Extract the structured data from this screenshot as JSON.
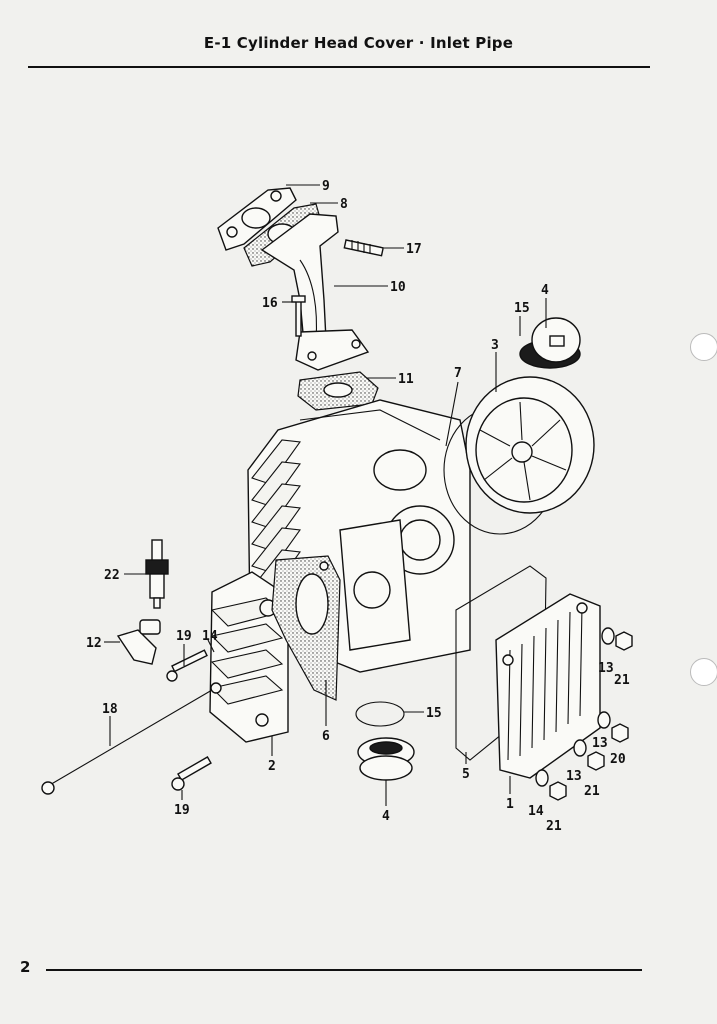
{
  "header": {
    "title": "E-1 Cylinder Head Cover · Inlet Pipe"
  },
  "footer": {
    "page_number": "2"
  },
  "diagram": {
    "callouts": [
      {
        "id": "c9",
        "label": "9"
      },
      {
        "id": "c8",
        "label": "8"
      },
      {
        "id": "c17",
        "label": "17"
      },
      {
        "id": "c10",
        "label": "10"
      },
      {
        "id": "c16",
        "label": "16"
      },
      {
        "id": "c11",
        "label": "11"
      },
      {
        "id": "c4a",
        "label": "4"
      },
      {
        "id": "c15a",
        "label": "15"
      },
      {
        "id": "c3",
        "label": "3"
      },
      {
        "id": "c7",
        "label": "7"
      },
      {
        "id": "c22",
        "label": "22"
      },
      {
        "id": "c12",
        "label": "12"
      },
      {
        "id": "c19a",
        "label": "19"
      },
      {
        "id": "c14a",
        "label": "14"
      },
      {
        "id": "c18",
        "label": "18"
      },
      {
        "id": "c19b",
        "label": "19"
      },
      {
        "id": "c6",
        "label": "6"
      },
      {
        "id": "c2",
        "label": "2"
      },
      {
        "id": "c15b",
        "label": "15"
      },
      {
        "id": "c4b",
        "label": "4"
      },
      {
        "id": "c5",
        "label": "5"
      },
      {
        "id": "c1",
        "label": "1"
      },
      {
        "id": "c13a",
        "label": "13"
      },
      {
        "id": "c21a",
        "label": "21"
      },
      {
        "id": "c13b",
        "label": "13"
      },
      {
        "id": "c20",
        "label": "20"
      },
      {
        "id": "c13c",
        "label": "13"
      },
      {
        "id": "c21b",
        "label": "21"
      },
      {
        "id": "c14b",
        "label": "14"
      },
      {
        "id": "c21c",
        "label": "21"
      }
    ]
  }
}
